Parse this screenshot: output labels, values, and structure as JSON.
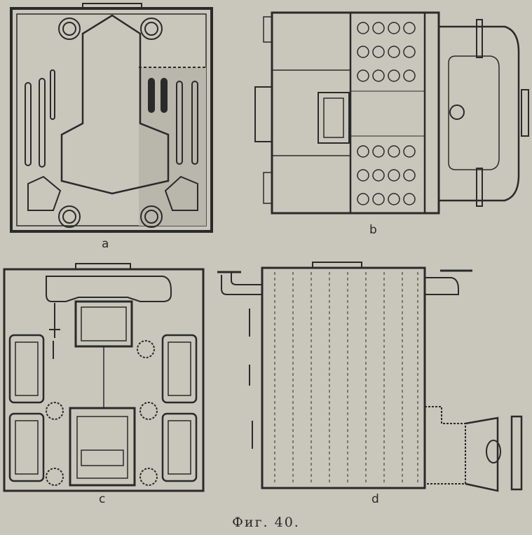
{
  "figure": {
    "caption": "Фиг. 40.",
    "views": [
      {
        "id": "a",
        "label": "a"
      },
      {
        "id": "b",
        "label": "b"
      },
      {
        "id": "c",
        "label": "c"
      },
      {
        "id": "d",
        "label": "d"
      }
    ]
  },
  "colors": {
    "paper": "#c9c6bc",
    "ink": "#2a2a2a",
    "water": "#b9b6ac"
  }
}
